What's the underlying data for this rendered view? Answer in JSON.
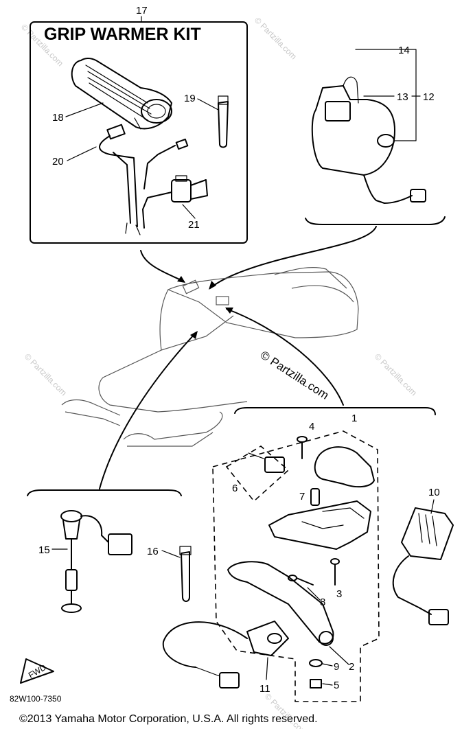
{
  "kit_title": "GRIP WARMER KIT",
  "labels": {
    "p1": "1",
    "p2": "2",
    "p3": "3",
    "p4": "4",
    "p5": "5",
    "p6": "6",
    "p7": "7",
    "p8": "8",
    "p9": "9",
    "p10": "10",
    "p11": "11",
    "p12": "12",
    "p13": "13",
    "p14": "14",
    "p15": "15",
    "p16": "16",
    "p17": "17",
    "p18": "18",
    "p19": "19",
    "p20": "20",
    "p21": "21"
  },
  "direction_mark": "FWD",
  "drawing_code": "82W100-7350",
  "watermark_text": "© Partzilla.com",
  "copyright": "©2013  Yamaha Motor Corporation, U.S.A. All rights reserved."
}
